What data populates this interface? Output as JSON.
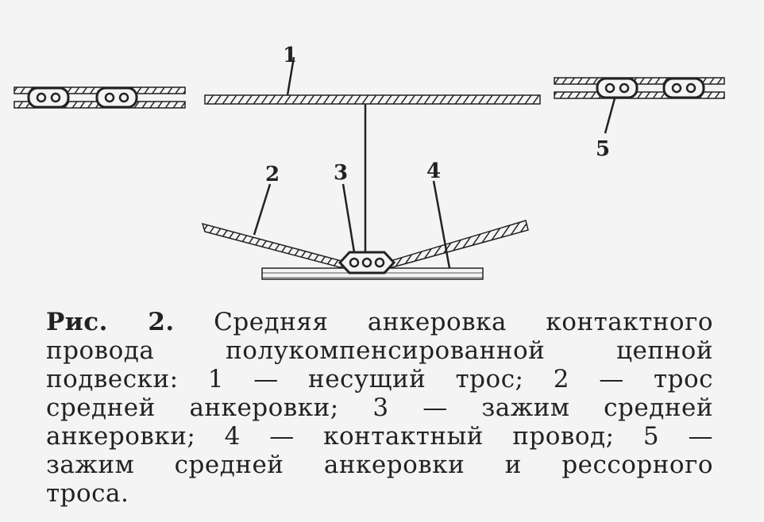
{
  "diagram": {
    "labels": {
      "carrier_cable": "1",
      "anchor_cable": "2",
      "anchor_clamp": "3",
      "contact_wire": "4",
      "spring_clamp": "5"
    }
  },
  "caption": {
    "fig_label": "Рис. 2.",
    "line_1_rest": "Средняя анкеровка контактного",
    "line_2": "провода полукомпенсированной цепной",
    "line_3": "подвески: 1 — несущий трос; 2 — трос",
    "line_4": "средней анкеровки; 3 — зажим средней",
    "line_5": "анкеровки; 4 — контактный провод; 5 —",
    "line_6": "зажим средней анкеровки и рессорного",
    "line_7": "троса."
  }
}
